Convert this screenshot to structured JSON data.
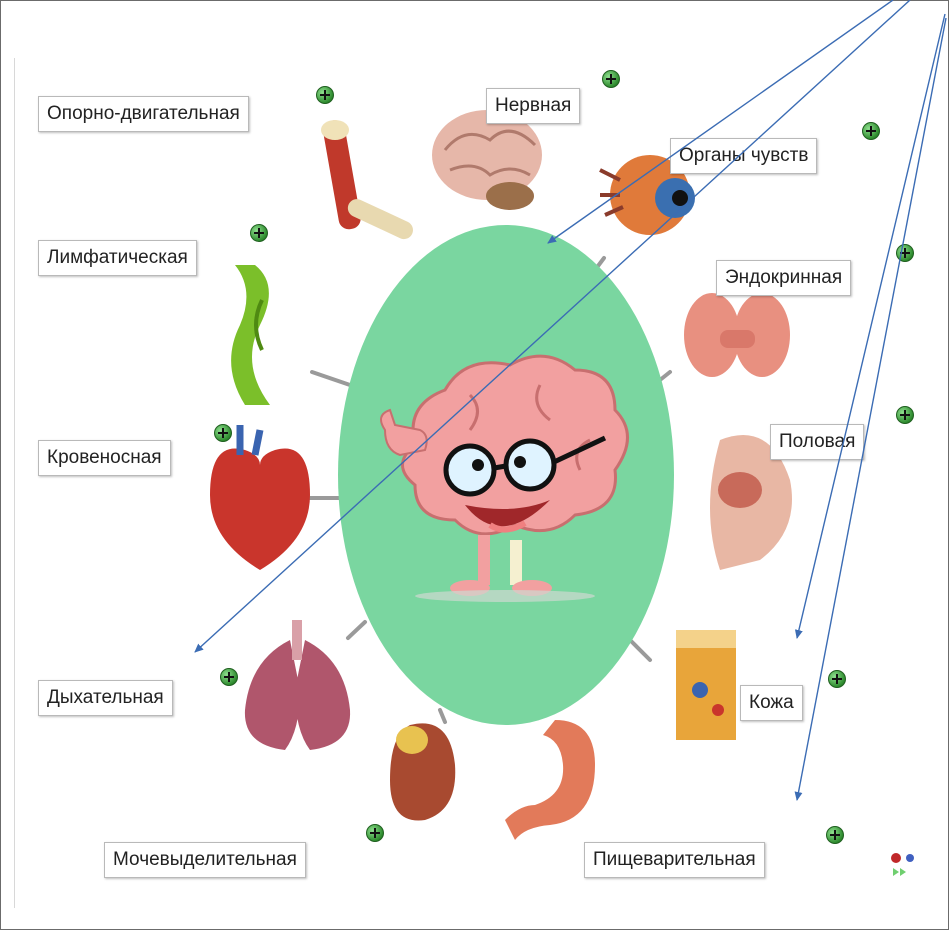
{
  "labels": {
    "oporno": "Опорно-двигательная",
    "nervnaya": "Нервная",
    "organy": "Органы чувств",
    "limf": "Лимфатическая",
    "endo": "Эндокринная",
    "krov": "Кровеносная",
    "polovaya": "Половая",
    "dyh": "Дыхательная",
    "kozha": "Кожа",
    "mochev": "Мочевыделительная",
    "pishch": "Пищеварительная"
  },
  "colors": {
    "ellipse": "#7ad6a0",
    "arrow": "#3b6cb4",
    "brain": "#f2a0a0"
  }
}
